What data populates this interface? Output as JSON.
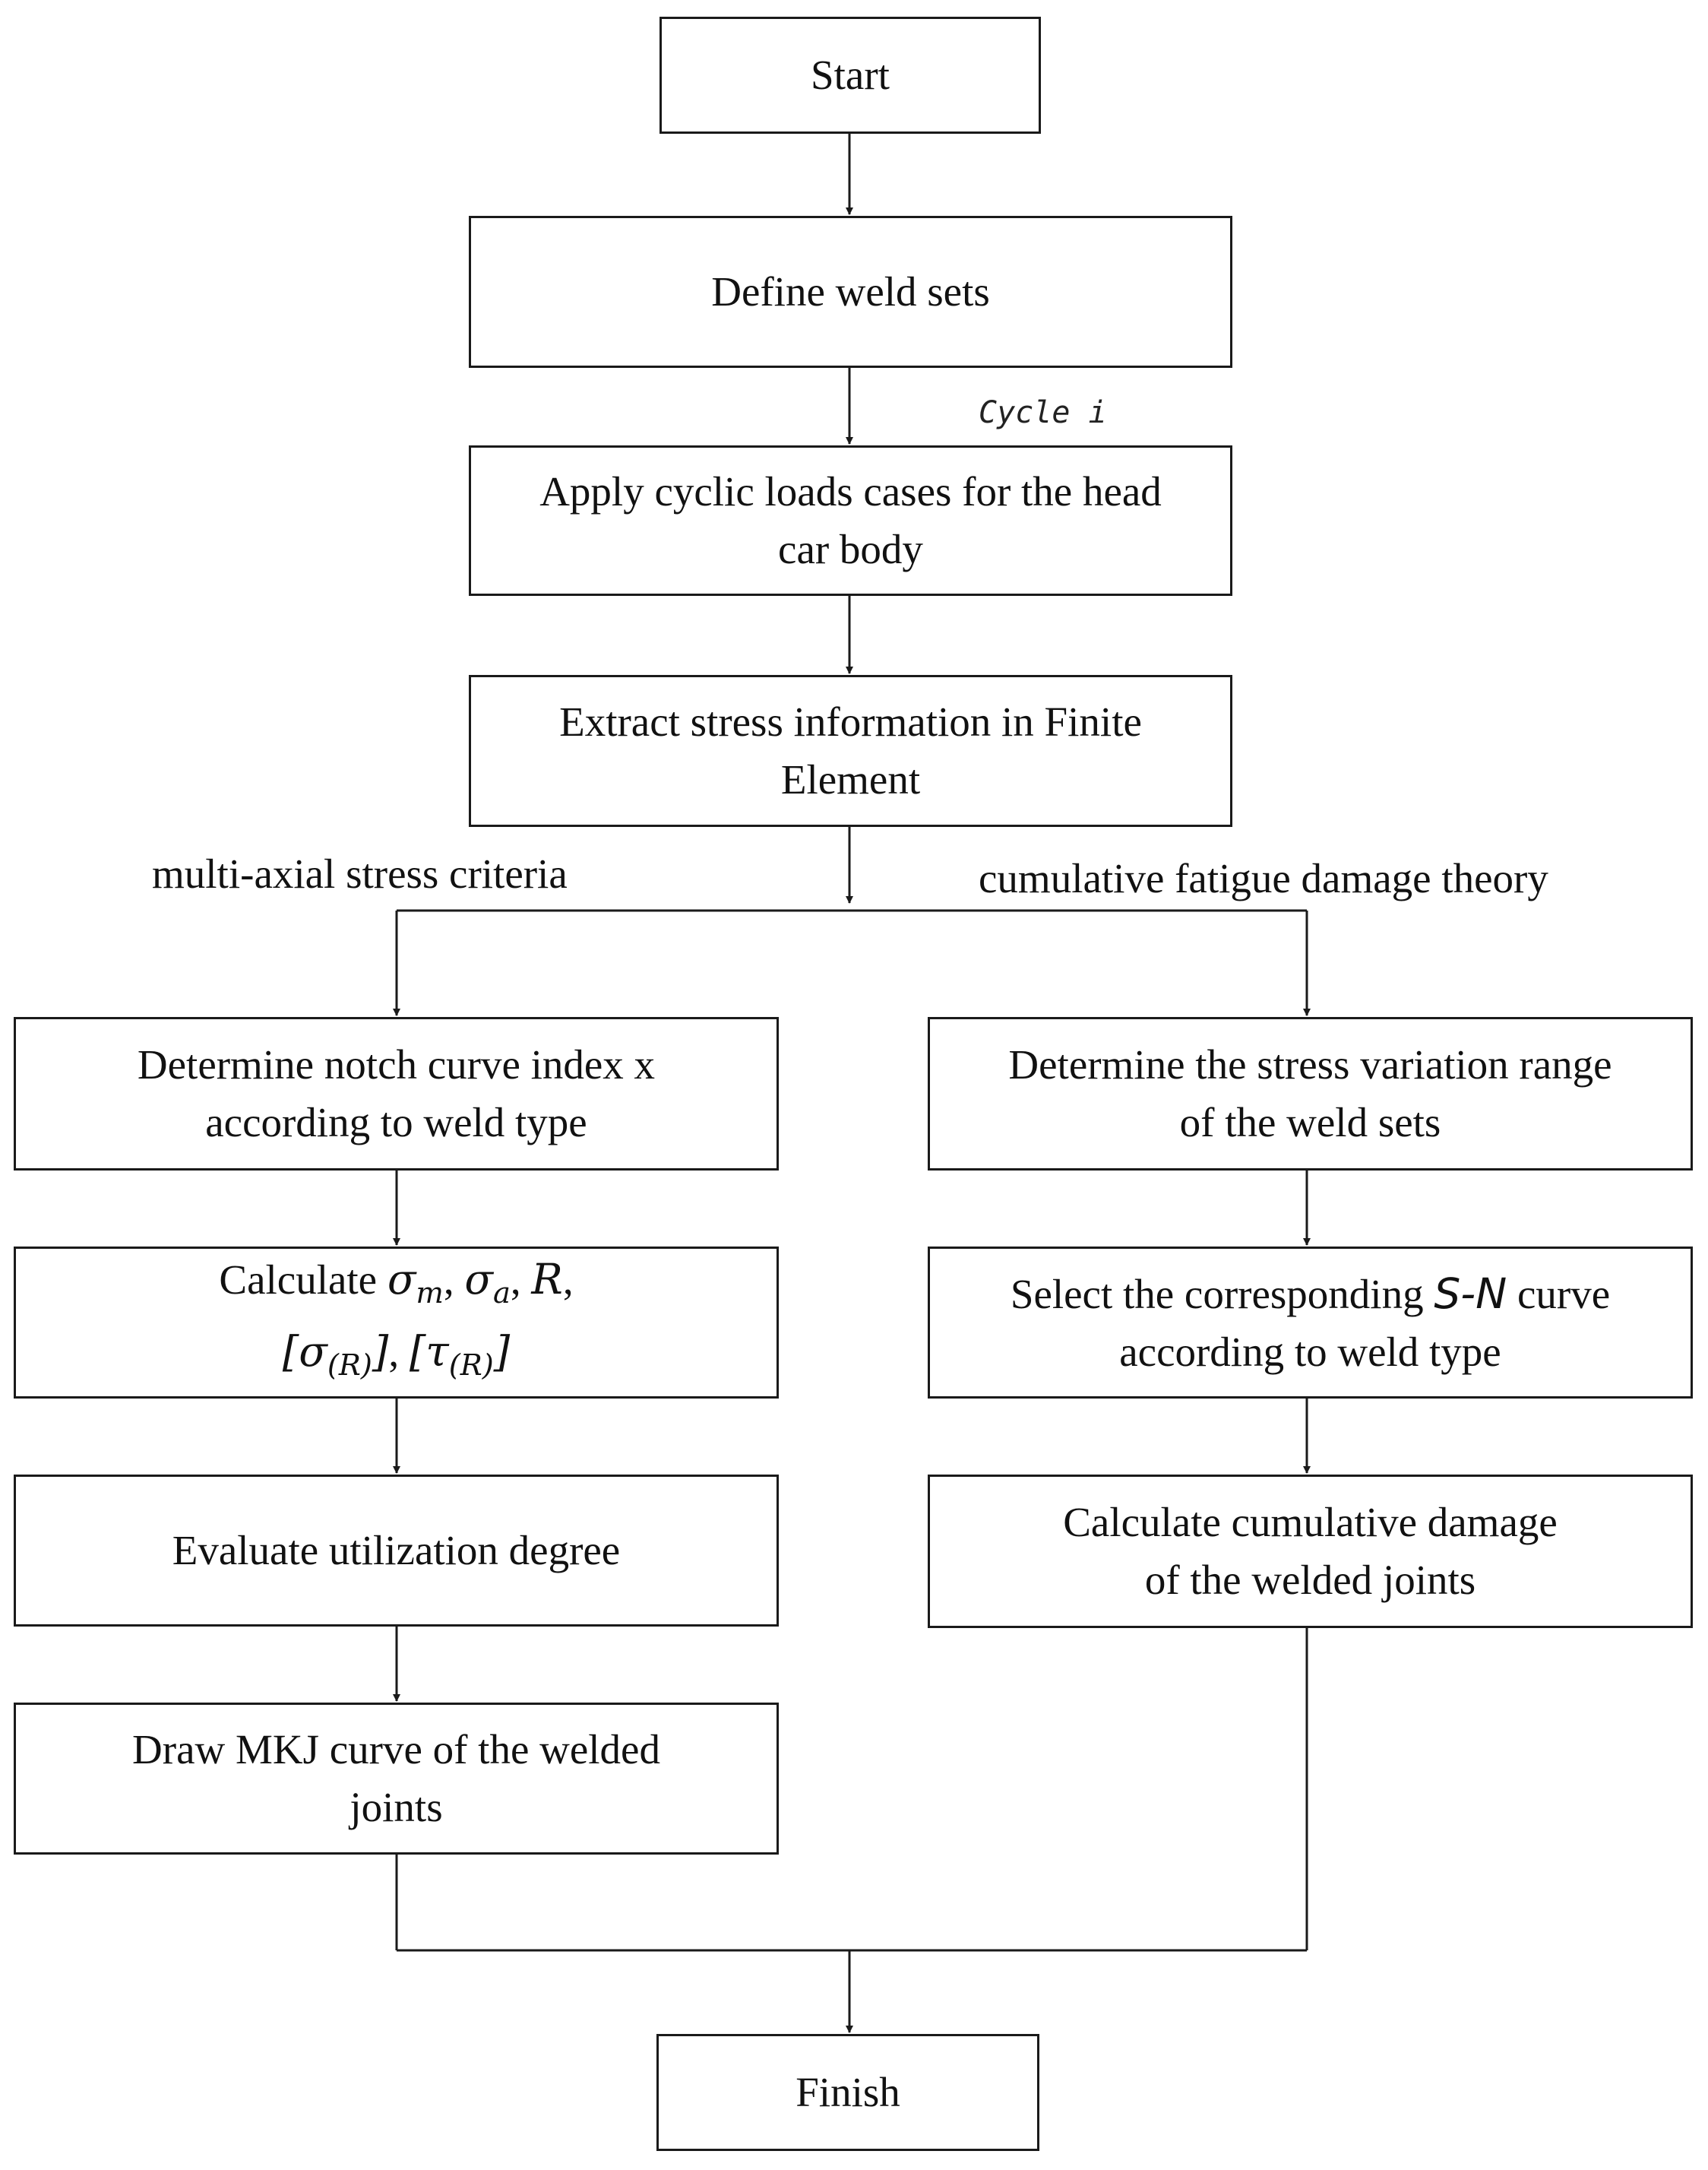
{
  "flowchart": {
    "start": "Start",
    "define_weld_sets": "Define weld sets",
    "cycle_label": "Cycle i",
    "apply_loads": {
      "line1": "Apply cyclic loads cases for the head",
      "line2": "car body"
    },
    "extract_stress": {
      "line1": "Extract stress information in Finite",
      "line2": "Element"
    },
    "left_branch_label": "multi-axial stress criteria",
    "right_branch_label": "cumulative fatigue damage theory",
    "left": {
      "notch_index": {
        "line1": "Determine notch curve index x",
        "line2": "according to weld type"
      },
      "calculate": {
        "word": "Calculate",
        "sigma": "σ",
        "sub_m": "m",
        "sub_a": "a",
        "r": "R",
        "bracket_sigma_open": "[σ",
        "sub_R": "(R)",
        "bracket_close": "]",
        "bracket_tau_open": "[τ",
        "sep": ","
      },
      "utilization": "Evaluate utilization degree",
      "mkj": {
        "line1": "Draw MKJ curve of the welded",
        "line2": "joints"
      }
    },
    "right": {
      "stress_range": {
        "line1": "Determine the stress variation range",
        "line2": "of the weld sets"
      },
      "sn_curve": {
        "line1_a": "Select the corresponding ",
        "line1_sn": "S-N",
        "line1_b": " curve",
        "line2": "according to weld type"
      },
      "cumulative": {
        "line1": "Calculate cumulative damage",
        "line2": "of the welded joints"
      }
    },
    "finish": "Finish"
  }
}
